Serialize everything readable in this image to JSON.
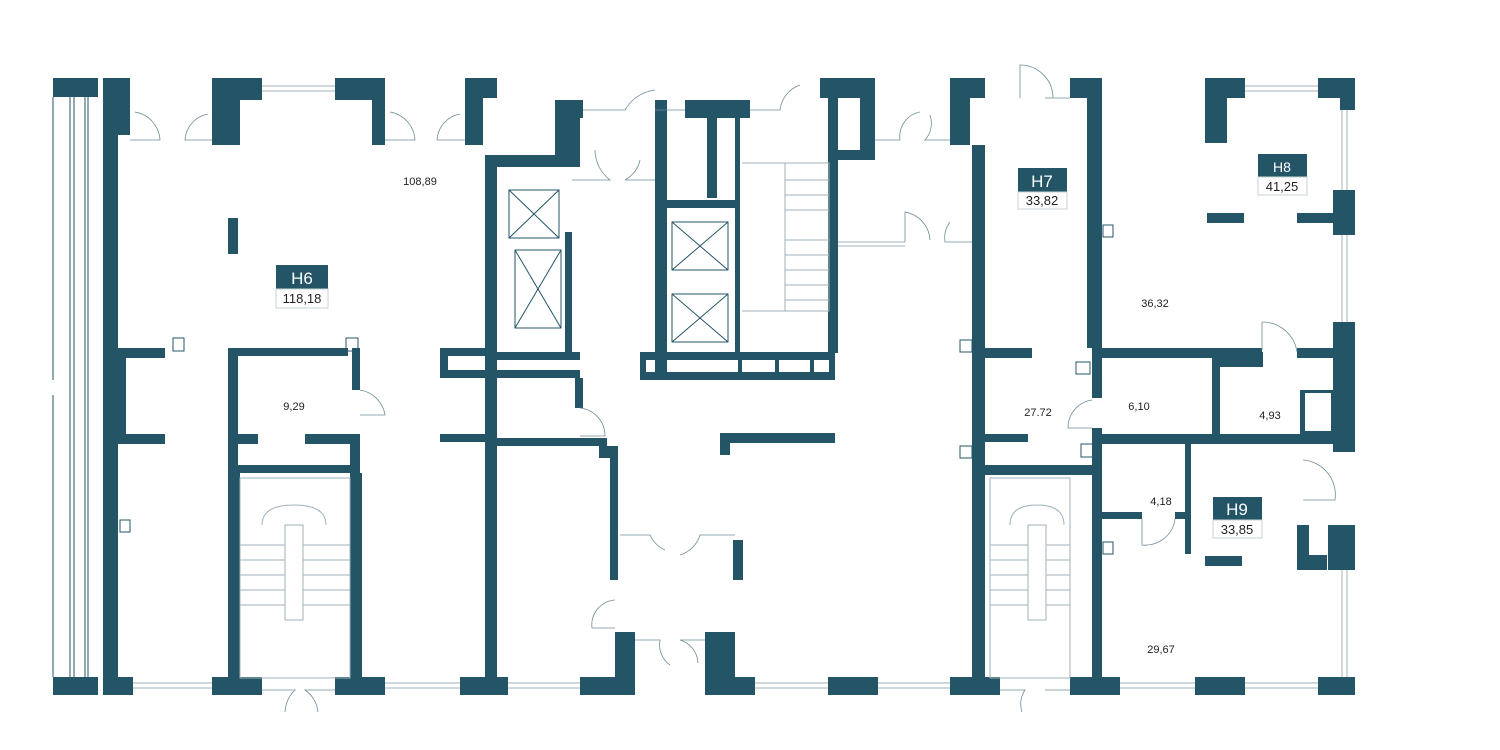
{
  "colors": {
    "wall": "#235567",
    "background": "#ffffff"
  },
  "units": [
    {
      "id": "H6",
      "area": "118,18"
    },
    {
      "id": "H7",
      "area": "33,82"
    },
    {
      "id": "H8",
      "area": "41,25"
    },
    {
      "id": "H9",
      "area": "33,85"
    }
  ],
  "rooms": {
    "h6_main": "108,89",
    "h6_small": "9,29",
    "h7_main": "27.72",
    "h7_storage": "6,10",
    "h8_main": "36,32",
    "h8_bath": "4,93",
    "h9_bath": "4,18",
    "h9_main": "29,67"
  }
}
